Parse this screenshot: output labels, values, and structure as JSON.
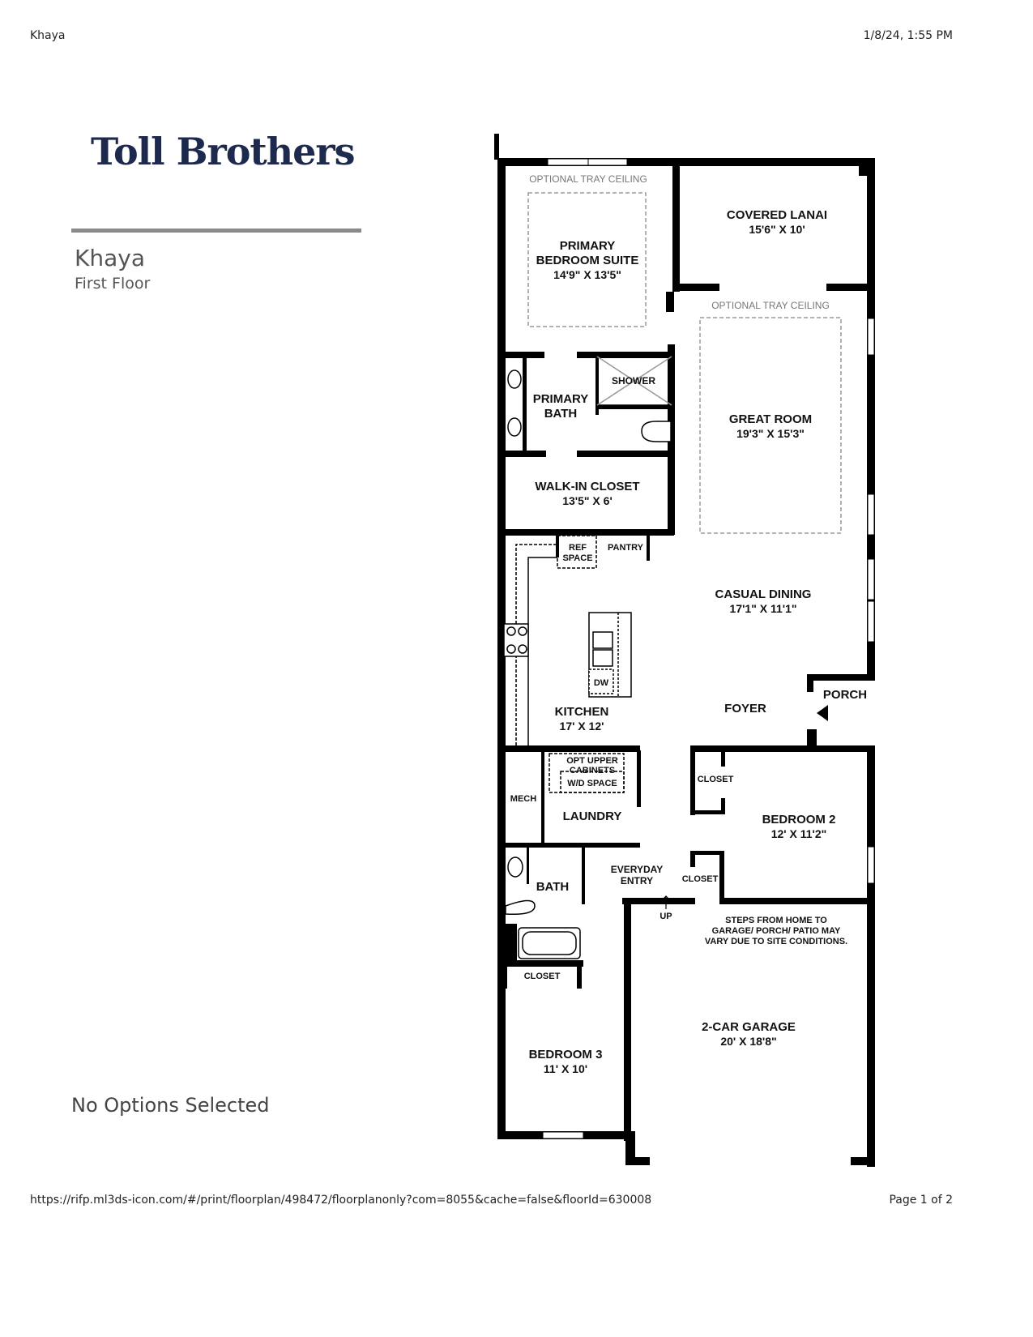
{
  "header": {
    "page_title": "Khaya",
    "timestamp": "1/8/24, 1:55 PM"
  },
  "brand": {
    "logo_text": "Toll Brothers"
  },
  "plan": {
    "name": "Khaya",
    "floor": "First Floor"
  },
  "options_status": "No Options Selected",
  "footer": {
    "url": "https://rifp.ml3ds-icon.com/#/print/floorplan/498472/floorplanonly?com=8055&cache=false&floorId=630008",
    "page": "Page 1 of 2"
  },
  "rooms": {
    "primary_tray": "OPTIONAL TRAY CEILING",
    "primary_bedroom_l1": "PRIMARY",
    "primary_bedroom_l2": "BEDROOM SUITE",
    "primary_bedroom_dim": "14'9\" X 13'5\"",
    "lanai": "COVERED LANAI",
    "lanai_dim": "15'6\" X 10'",
    "great_tray": "OPTIONAL TRAY CEILING",
    "shower": "SHOWER",
    "primary_bath_l1": "PRIMARY",
    "primary_bath_l2": "BATH",
    "great_room": "GREAT ROOM",
    "great_room_dim": "19'3\" X 15'3\"",
    "walkin": "WALK-IN CLOSET",
    "walkin_dim": "13'5\" X 6'",
    "ref_l1": "REF",
    "ref_l2": "SPACE",
    "pantry": "PANTRY",
    "casual_dining": "CASUAL DINING",
    "casual_dining_dim": "17'1\" X 11'1\"",
    "dw": "DW",
    "kitchen": "KITCHEN",
    "kitchen_dim": "17' X 12'",
    "foyer": "FOYER",
    "porch": "PORCH",
    "opt_upper_l1": "OPT UPPER",
    "opt_upper_l2": "CABINETS",
    "wd_space": "W/D SPACE",
    "closet_b2": "CLOSET",
    "mech": "MECH",
    "laundry": "LAUNDRY",
    "bedroom2": "BEDROOM 2",
    "bedroom2_dim": "12' X 11'2\"",
    "everyday_l1": "EVERYDAY",
    "everyday_l2": "ENTRY",
    "closet_entry": "CLOSET",
    "bath": "BATH",
    "up": "UP",
    "steps_l1": "STEPS FROM HOME TO",
    "steps_l2": "GARAGE/ PORCH/ PATIO MAY",
    "steps_l3": "VARY DUE TO SITE CONDITIONS.",
    "closet_b3": "CLOSET",
    "garage": "2-CAR GARAGE",
    "garage_dim": "20' X 18'8\"",
    "bedroom3": "BEDROOM 3",
    "bedroom3_dim": "11' X 10'"
  }
}
